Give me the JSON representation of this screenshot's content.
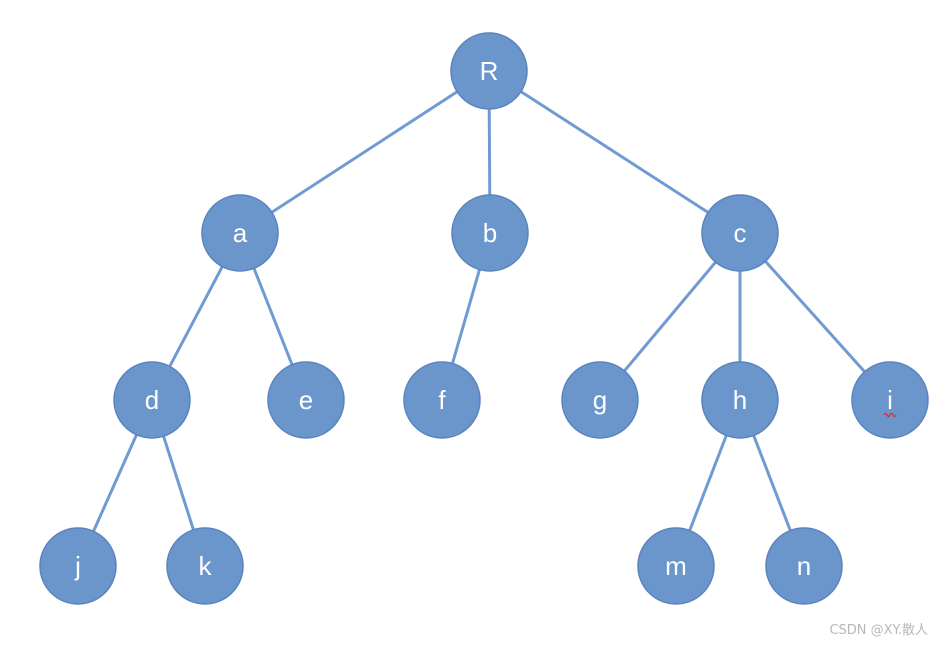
{
  "diagram": {
    "type": "tree",
    "node_color": "#6a96cc",
    "edge_color": "#6f9bd2",
    "label_color": "#ffffff",
    "nodes": [
      {
        "id": "R",
        "label": "R"
      },
      {
        "id": "a",
        "label": "a"
      },
      {
        "id": "b",
        "label": "b"
      },
      {
        "id": "c",
        "label": "c"
      },
      {
        "id": "d",
        "label": "d"
      },
      {
        "id": "e",
        "label": "e"
      },
      {
        "id": "f",
        "label": "f"
      },
      {
        "id": "g",
        "label": "g"
      },
      {
        "id": "h",
        "label": "h"
      },
      {
        "id": "i",
        "label": "i"
      },
      {
        "id": "j",
        "label": "j"
      },
      {
        "id": "k",
        "label": "k"
      },
      {
        "id": "m",
        "label": "m"
      },
      {
        "id": "n",
        "label": "n"
      }
    ],
    "edges": [
      [
        "R",
        "a"
      ],
      [
        "R",
        "b"
      ],
      [
        "R",
        "c"
      ],
      [
        "a",
        "d"
      ],
      [
        "a",
        "e"
      ],
      [
        "b",
        "f"
      ],
      [
        "c",
        "g"
      ],
      [
        "c",
        "h"
      ],
      [
        "c",
        "i"
      ],
      [
        "d",
        "j"
      ],
      [
        "d",
        "k"
      ],
      [
        "h",
        "m"
      ],
      [
        "h",
        "n"
      ]
    ]
  },
  "watermark": "CSDN @XY.散人"
}
